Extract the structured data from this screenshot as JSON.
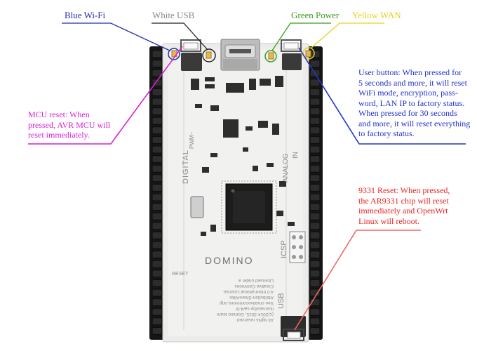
{
  "colors": {
    "blue_wifi": "#1f2fa8",
    "white_usb": "#8a8a8a",
    "green_power": "#3c9a1e",
    "yellow_wan": "#e6d21c",
    "mcu_reset": "#d61fd6",
    "user_button": "#2233cc",
    "ar9331_reset": "#ee2222",
    "board": "#ececea",
    "pin_header": "#1b1b1b"
  },
  "labels": {
    "blue_wifi": "Blue Wi-Fi",
    "white_usb": "White USB",
    "green_power": "Green Power",
    "yellow_wan": "Yellow WAN",
    "mcu_reset": [
      "MCU reset: When",
      "pressed, AVR MCU will",
      "reset immediately."
    ],
    "user_button": [
      "User button: When pressed for",
      "5 seconds and more, it will reset",
      "WiFi mode, encryption, pass-",
      "word, LAN IP to  factory status.",
      "When pressed for 30 seconds",
      "and more, it will reset everything",
      "to factory status."
    ],
    "ar9331_reset": [
      "9331 Reset: When pressed,",
      "the AR9331 chip will reset",
      "immediately and OpenWrt",
      "Linux will reboot."
    ]
  },
  "board_silkscreen": {
    "digital": "DIGITAL",
    "pwm": "PWM~",
    "analog": "ANALOG",
    "in": "IN",
    "icsp": "ICSP",
    "usb": "USB",
    "logo": "DOMINO",
    "rights": "All rights reserved",
    "copyright": "(c)2014-2015, Domino team",
    "license_url": "licenses/by-sa/4.0/",
    "cc_url": "See creativecommons.org/",
    "license_name": "Attribution-ShareAlike",
    "license_type": "4.0 International License.",
    "cc_name": "Creative Commons",
    "licensed": "Licensed under a",
    "reset": "RESET"
  }
}
